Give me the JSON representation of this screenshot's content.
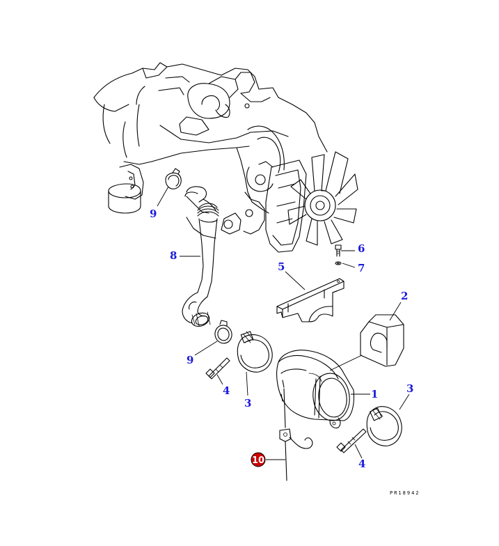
{
  "callouts": {
    "c1": "1",
    "c2": "2",
    "c3a": "3",
    "c3b": "3",
    "c4a": "4",
    "c4b": "4",
    "c5": "5",
    "c6": "6",
    "c7": "7",
    "c8": "8",
    "c9a": "9",
    "c9b": "9",
    "c10": "10"
  },
  "reference_code": "PR18942",
  "colors": {
    "callout_text": "#1a1adb",
    "highlight": "#cc0000",
    "line": "#000000"
  }
}
